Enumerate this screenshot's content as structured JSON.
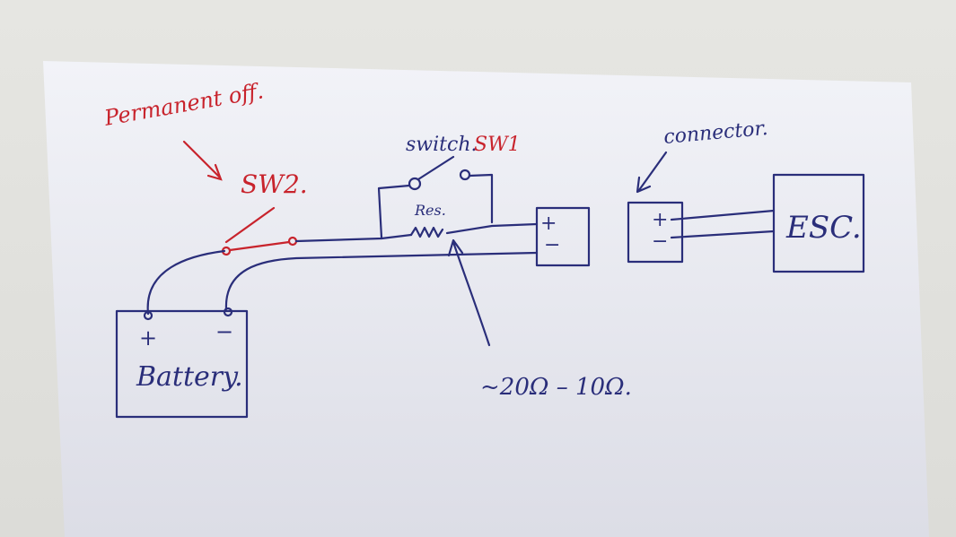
{
  "diagram": {
    "labels": {
      "permanent_off": "Permanent off.",
      "sw2": "SW2.",
      "switch": "switch.",
      "sw1": "SW1",
      "res": "Res.",
      "connector": "connector.",
      "esc": "ESC.",
      "battery": "Battery.",
      "battery_plus": "+",
      "battery_minus": "−",
      "plug_plus": "+",
      "plug_minus": "−",
      "conn_plus": "+",
      "conn_minus": "−",
      "resistance": "~20Ω – 10Ω."
    },
    "colors": {
      "ink": "#2a2e7a",
      "red_ink": "#c8232c",
      "paper": "#eceef4"
    }
  }
}
